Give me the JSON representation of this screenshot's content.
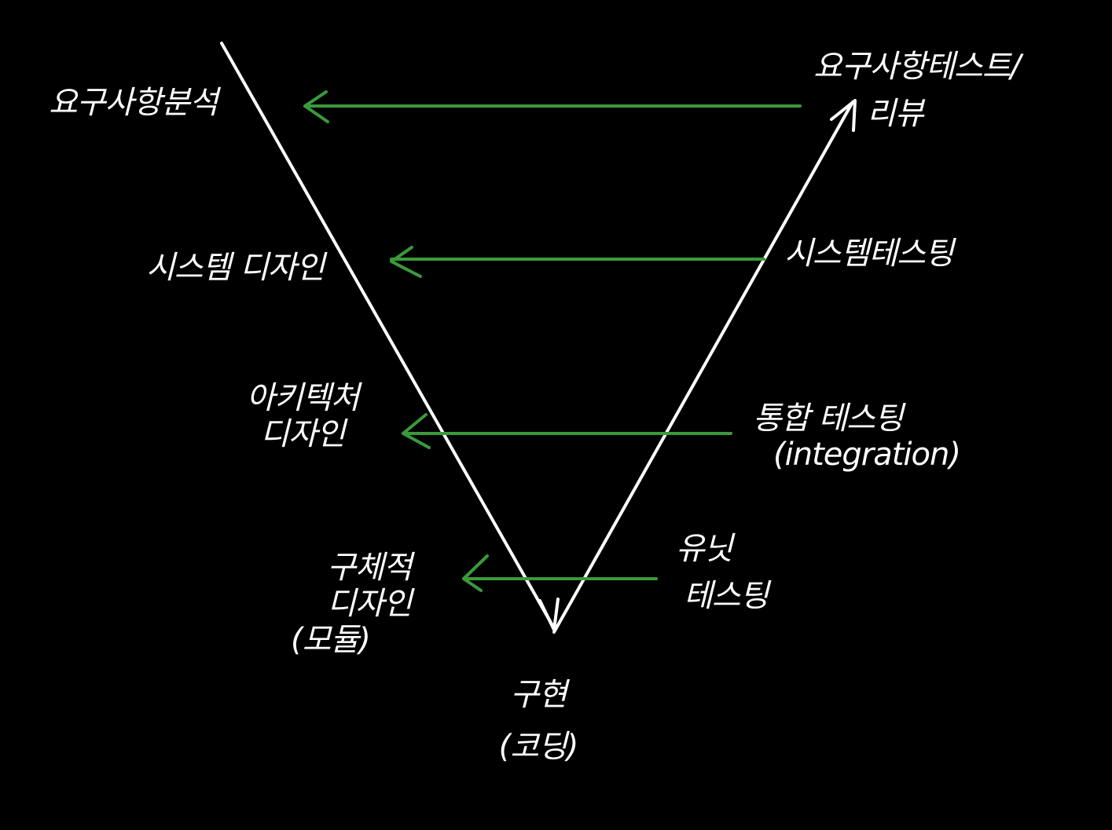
{
  "colors": {
    "background": "#000000",
    "stroke": "#ffffff",
    "arrow": "#3a9a3a"
  },
  "left": {
    "requirements_analysis": "요구사항분석",
    "system_design": "시스템 디자인",
    "architecture_design": [
      "아키텍처",
      "디자인"
    ],
    "detailed_design": [
      "구체적",
      "디자인",
      "(모듈)"
    ]
  },
  "bottom": {
    "implementation": [
      "구현",
      "(코딩)"
    ]
  },
  "right": {
    "acceptance_test": [
      "요구사항테스트/",
      "리뷰"
    ],
    "system_testing": "시스템테스팅",
    "integration_testing": [
      "통합 테스팅",
      "(integration)"
    ],
    "unit_testing": [
      "유닛",
      "테스팅"
    ]
  }
}
